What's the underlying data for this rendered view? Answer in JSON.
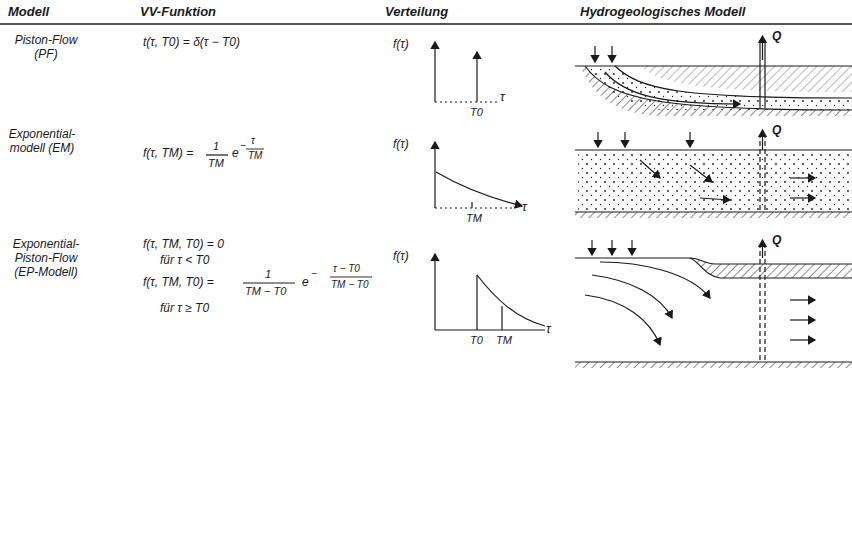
{
  "diagram": {
    "labels": [
      "Modell",
      "VV-Funktion",
      "Verteilung",
      "Hydrogeologisches Modell",
      "Piston-Flow (PF)",
      "t(τ, T0) = δ(τ − T0)",
      "f(τ)",
      "T0",
      "τ",
      "Q",
      "Exponential- modell (EM)",
      "f(τ, TM) =",
      "1",
      "TM",
      "e",
      "−",
      "τ",
      "TM",
      "f(τ)",
      "TM",
      "τ",
      "Q",
      "Exponential- Piston-Flow (EP-Modell)",
      "f(τ, TM, T0) = 0",
      "für τ < T0",
      "f(τ, TM, T0) =",
      "1",
      "TM − T0",
      "e",
      "−",
      "τ − T0",
      "TM − T0",
      "für τ ≥ T0",
      "f(τ)",
      "T0",
      "TM",
      "τ",
      "Q"
    ]
  }
}
